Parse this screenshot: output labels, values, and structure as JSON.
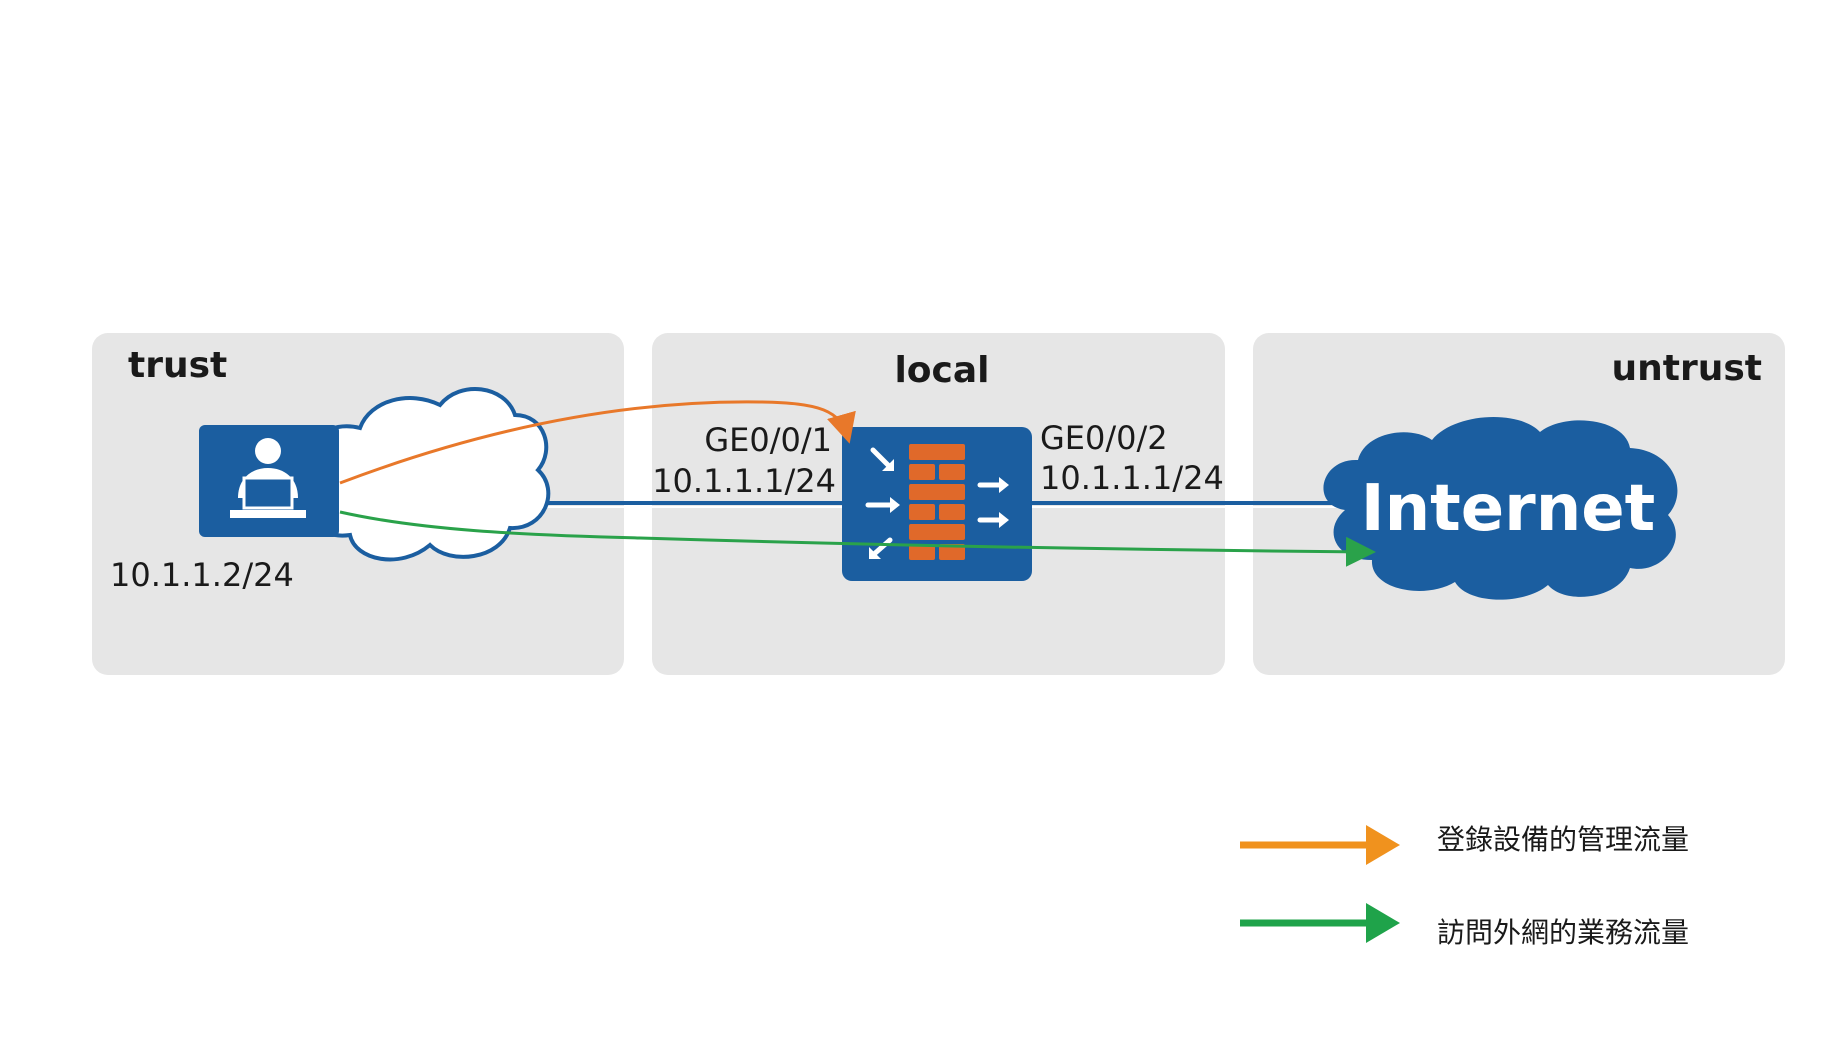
{
  "zones": {
    "trust": "trust",
    "local": "local",
    "untrust": "untrust"
  },
  "pc": {
    "ip": "10.1.1.2/24"
  },
  "firewall": {
    "if1_name": "GE0/0/1",
    "if1_ip": "10.1.1.1/24",
    "if2_name": "GE0/0/2",
    "if2_ip": "10.1.1.1/24"
  },
  "internet": {
    "label": "Internet"
  },
  "legend": {
    "mgmt": "登錄設備的管理流量",
    "business": "訪問外網的業務流量"
  },
  "colors": {
    "zone_bg": "#e6e6e6",
    "device_blue": "#1b5ea0",
    "link_blue": "#1b5ea0",
    "brick": "#e0692a",
    "mgmt_arrow": "#f0921e",
    "business_arrow": "#1fa34a",
    "mgmt_path": "#e8782a",
    "business_path": "#2aa24a"
  },
  "icons": {
    "pc": "pc-user-icon",
    "cloud": "lan-cloud-icon",
    "firewall": "firewall-icon",
    "internet": "internet-cloud-icon"
  }
}
